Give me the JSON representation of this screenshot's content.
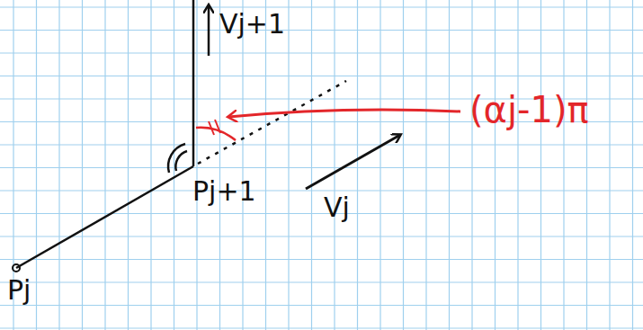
{
  "diagram": {
    "labels": [
      "Vj+1",
      "Pj+1",
      "Vj",
      "Pj",
      "(αj-1)π"
    ]
  }
}
